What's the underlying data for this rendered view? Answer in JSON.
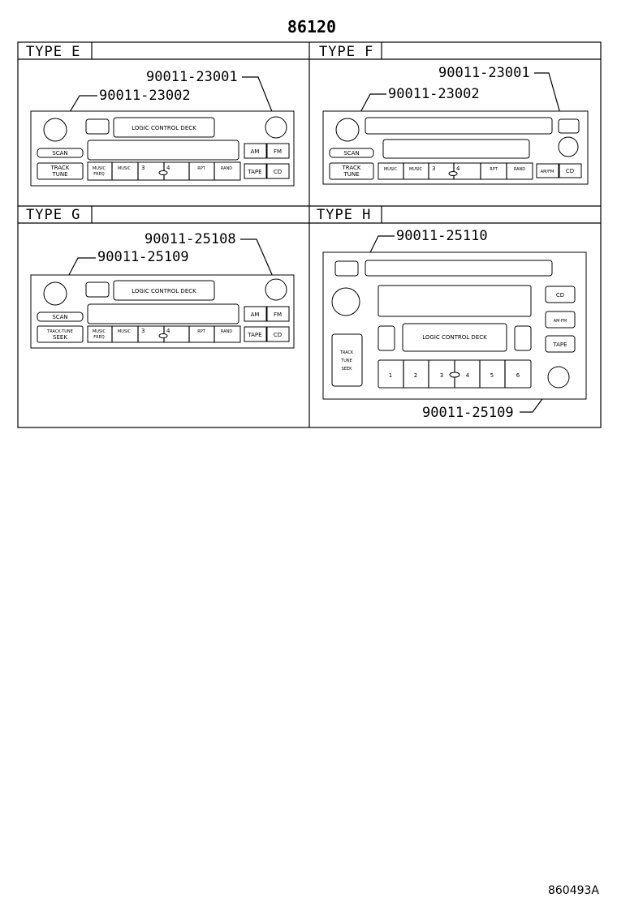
{
  "main_part": "86120",
  "footer_code": "860493A",
  "panels": {
    "e": {
      "type": "TYPE E",
      "p1": "90011-23001",
      "p2": "90011-23002",
      "display": "LOGIC CONTROL DECK",
      "scan": "SCAN",
      "track1": "TRACK",
      "track2": "TUNE",
      "am": "AM",
      "fm": "FM",
      "tape": "TAPE",
      "cd": "CD",
      "music1": "MUSIC",
      "music2": "FREQ",
      "music3": "MUSIC",
      "p3": "3",
      "p4": "4",
      "rpt": "RPT",
      "rand": "RAND"
    },
    "f": {
      "type": "TYPE F",
      "p1": "90011-23001",
      "p2": "90011-23002",
      "scan": "SCAN",
      "track1": "TRACK",
      "track2": "TUNE",
      "amfm": "AM/FM",
      "cd": "CD",
      "music1": "MUSIC",
      "music3": "MUSIC",
      "p3": "3",
      "p4": "4",
      "rpt": "RPT",
      "rand": "RAND"
    },
    "g": {
      "type": "TYPE G",
      "p1": "90011-25108",
      "p2": "90011-25109",
      "display": "LOGIC CONTROL DECK",
      "scan": "SCAN",
      "track1": "TRACK·TUNE",
      "track2": "SEEK",
      "am": "AM",
      "fm": "FM",
      "tape": "TAPE",
      "cd": "CD",
      "music1": "MUSIC",
      "music2": "FREQ",
      "music3": "MUSIC",
      "p3": "3",
      "p4": "4",
      "rpt": "RPT",
      "rand": "RAND"
    },
    "h": {
      "type": "TYPE H",
      "p1": "90011-25110",
      "p2": "90011-25109",
      "display": "LOGIC CONTROL DECK",
      "track1": "TRACK",
      "track2": "TUNE",
      "track3": "SEEK",
      "cd": "CD",
      "amfm": "AM·FM",
      "tape": "TAPE",
      "presets": [
        "1",
        "2",
        "3",
        "4",
        "5",
        "6"
      ]
    }
  }
}
